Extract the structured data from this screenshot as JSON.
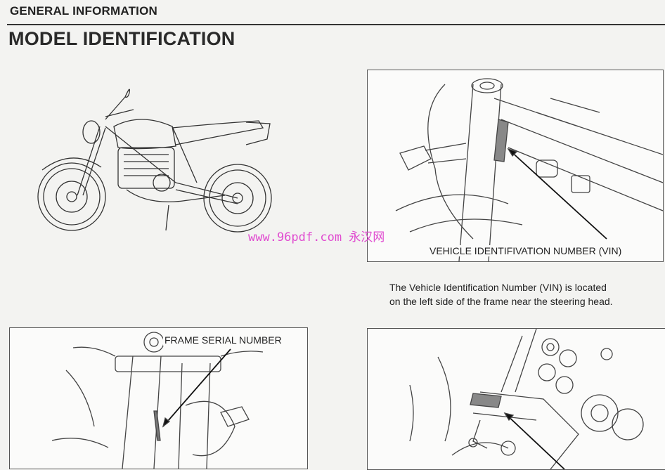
{
  "header": {
    "section": "GENERAL INFORMATION",
    "title": "MODEL IDENTIFICATION"
  },
  "figures": {
    "vin": {
      "label": "VEHICLE IDENTIFIVATION NUMBER (VIN)"
    },
    "frame": {
      "label": "FRAME SERIAL NUMBER"
    }
  },
  "caption": {
    "line1": "The Vehicle Identification Number (VIN) is located",
    "line2": "on the left side of the frame near the steering head."
  },
  "watermark": "www.96pdf.com 永汉网",
  "icons": [
    "motorcycle-illustration",
    "vin-diagram",
    "frame-serial-diagram",
    "engine-serial-diagram"
  ]
}
